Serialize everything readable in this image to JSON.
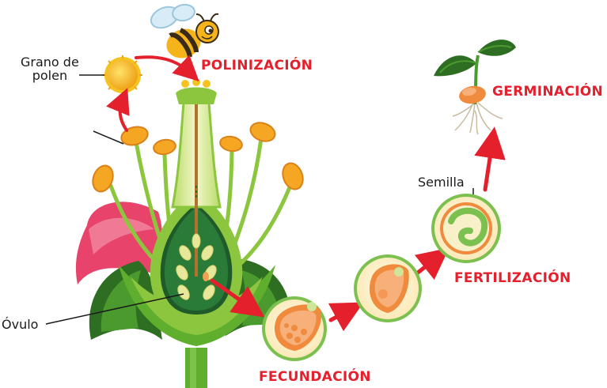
{
  "labels": {
    "pollen_grain_line1": "Grano de",
    "pollen_grain_line2": "polen",
    "ovule": "Óvulo",
    "seed": "Semilla"
  },
  "stages": {
    "pollination": "POLINIZACIÓN",
    "fecundation": "FECUNDACIÓN",
    "fertilization": "FERTILIZACIÓN",
    "germination": "GERMINACIÓN"
  },
  "colors": {
    "stage_text": "#e5202d",
    "arrow": "#e5202d",
    "label_text": "#1a1a1a",
    "plant_green": "#5fae2e",
    "dark_green": "#2e6e22",
    "anther_orange": "#f5a623",
    "petal_pink": "#e8436a",
    "circle_border": "#7cc04f",
    "seed_orange": "#f08a3c"
  },
  "icons": {
    "pollinator": "bee-icon",
    "pollen": "pollen-grain-icon",
    "seedling": "seedling-icon"
  }
}
